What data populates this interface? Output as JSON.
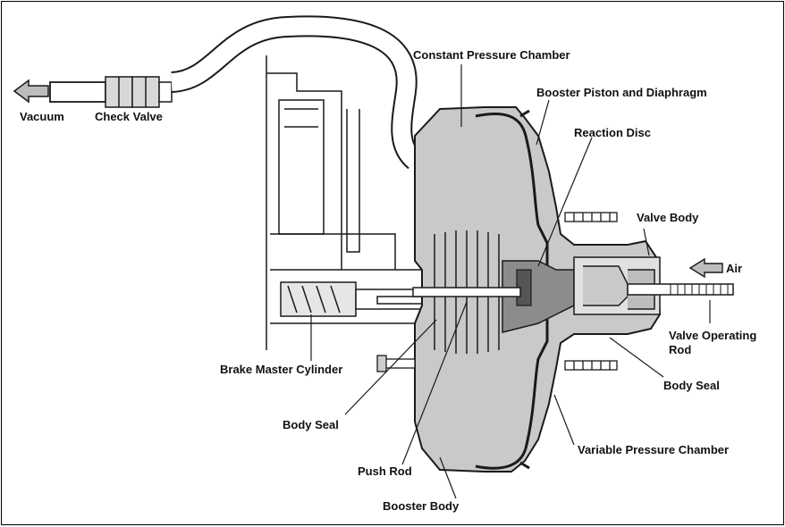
{
  "labels": {
    "vacuum": "Vacuum",
    "check_valve": "Check Valve",
    "constant_pressure_chamber": "Constant Pressure Chamber",
    "booster_piston_diaphragm": "Booster Piston and Diaphragm",
    "reaction_disc": "Reaction Disc",
    "valve_body": "Valve Body",
    "air": "Air",
    "valve_operating_rod": "Valve Operating\nRod",
    "body_seal_right": "Body Seal",
    "brake_master_cylinder": "Brake Master Cylinder",
    "body_seal_left": "Body Seal",
    "variable_pressure_chamber": "Variable Pressure Chamber",
    "push_rod": "Push Rod",
    "booster_body": "Booster Body"
  },
  "colors": {
    "chamber_fill": "#c9c9c9",
    "dark_fill": "#8c8c8c",
    "line": "#1a1a1a",
    "arrow_fill": "#bdbdbd"
  }
}
